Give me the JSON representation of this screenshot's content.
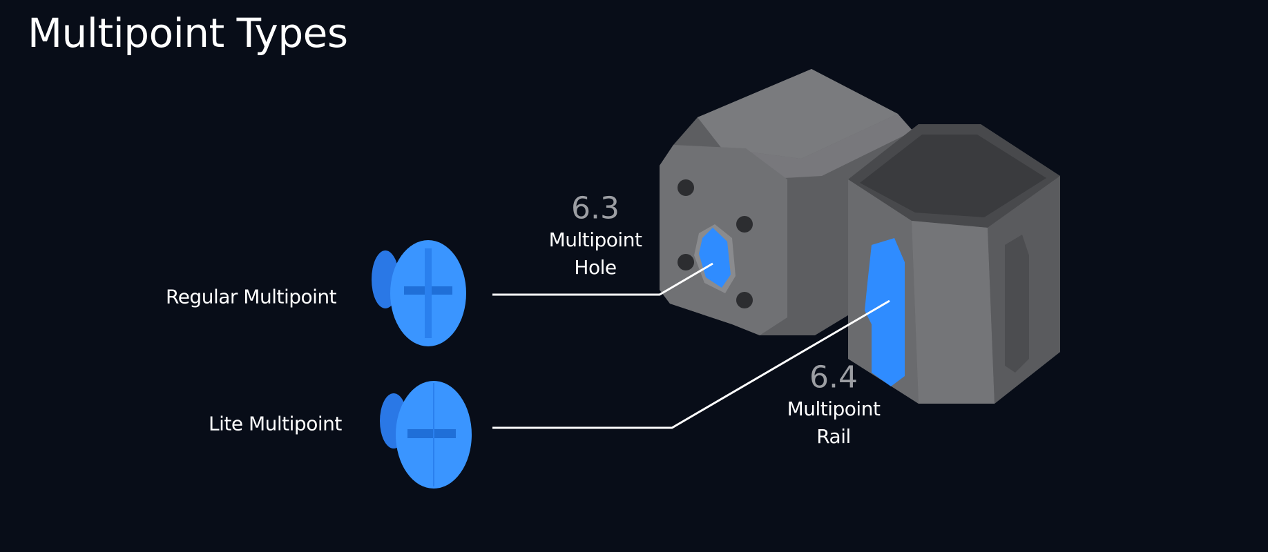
{
  "title": "Multipoint Types",
  "parts": [
    {
      "label": "Regular Multipoint"
    },
    {
      "label": "Lite Multipoint"
    }
  ],
  "callouts": [
    {
      "number": "6.3",
      "line1": "Multipoint",
      "line2": "Hole"
    },
    {
      "number": "6.4",
      "line1": "Multipoint",
      "line2": "Rail"
    }
  ],
  "colors": {
    "background": "#080d18",
    "part_blue": "#2f8cff",
    "housing_gray": "#6e6e70",
    "callout_number": "#9c9ea3"
  }
}
